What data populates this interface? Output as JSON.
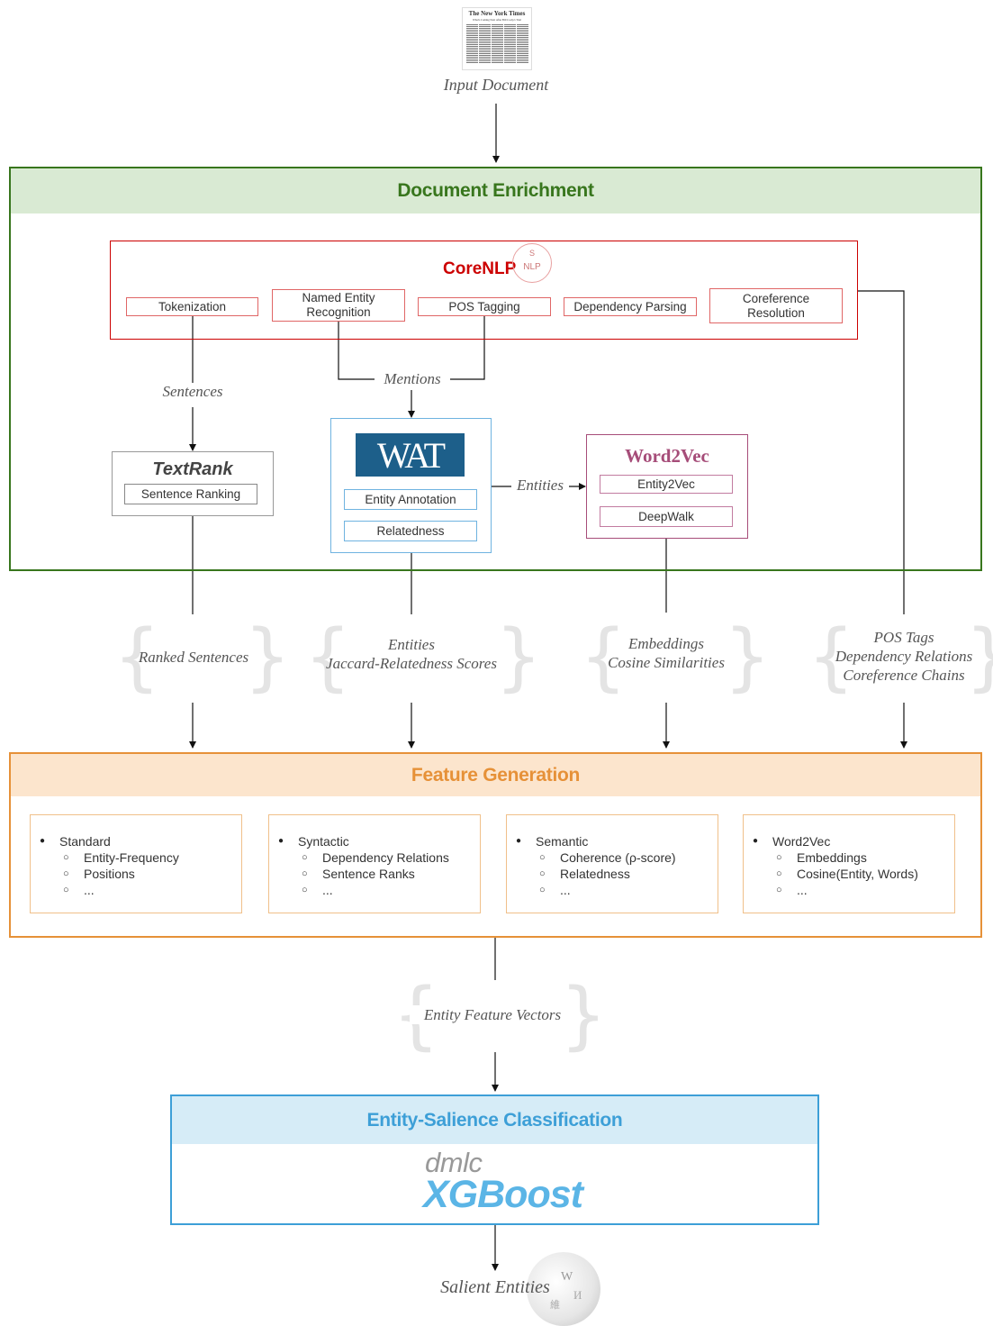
{
  "input": {
    "newspaper_logo": "The New York Times",
    "newspaper_headline": "What's Coming Next After Bill Cosby's Trial",
    "label": "Input Document"
  },
  "enrichment": {
    "title": "Document Enrichment",
    "color": "#38761d",
    "corenlp": {
      "title": "CoreNLP",
      "seal_text": "NLP",
      "seal_letter": "S",
      "modules": [
        "Tokenization",
        "Named Entity Recognition",
        "POS Tagging",
        "Dependency Parsing",
        "Coreference Resolution"
      ]
    },
    "sentences_label": "Sentences",
    "mentions_label": "Mentions",
    "entities_label": "Entities",
    "textrank": {
      "title": "TextRank",
      "sub": "Sentence Ranking"
    },
    "wat": {
      "logo": "WAT",
      "subs": [
        "Entity Annotation",
        "Relatedness"
      ]
    },
    "word2vec": {
      "title": "Word2Vec",
      "subs": [
        "Entity2Vec",
        "DeepWalk"
      ]
    }
  },
  "outputs": [
    {
      "lines": [
        "Ranked Sentences"
      ]
    },
    {
      "lines": [
        "Entities",
        "Jaccard-Relatedness Scores"
      ]
    },
    {
      "lines": [
        "Embeddings",
        "Cosine Similarities"
      ]
    },
    {
      "lines": [
        "POS Tags",
        "Dependency Relations",
        "Coreference Chains"
      ]
    }
  ],
  "feature_generation": {
    "title": "Feature Generation",
    "color": "#e69138",
    "groups": [
      {
        "name": "Standard",
        "items": [
          "Entity-Frequency",
          "Positions",
          "..."
        ]
      },
      {
        "name": "Syntactic",
        "items": [
          "Dependency Relations",
          "Sentence Ranks",
          "..."
        ]
      },
      {
        "name": "Semantic",
        "items": [
          "Coherence (ρ-score)",
          "Relatedness",
          "..."
        ]
      },
      {
        "name": "Word2Vec",
        "items": [
          "Embeddings",
          "Cosine(Entity, Words)",
          "..."
        ]
      }
    ]
  },
  "feature_vectors_label": "Entity Feature Vectors",
  "classification": {
    "title": "Entity-Salience Classification",
    "color": "#3d9fd7",
    "logo_top": "dmlc",
    "logo_main": "XGBoost"
  },
  "output_label": "Salient Entities",
  "wikipedia_glyphs": [
    "W",
    "И",
    "維"
  ]
}
